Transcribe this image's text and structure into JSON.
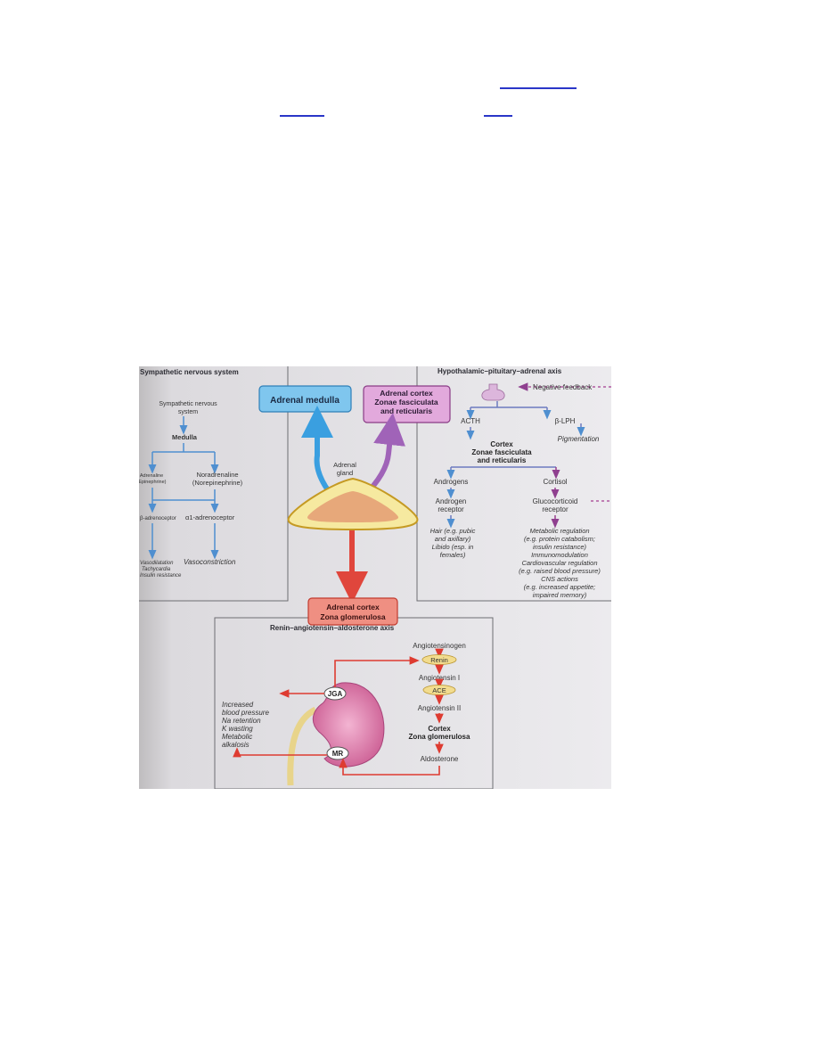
{
  "page": {
    "hyperlinks": [
      {
        "name": "hyperlink-1",
        "text": ""
      },
      {
        "name": "hyperlink-2",
        "text": ""
      },
      {
        "name": "hyperlink-3",
        "text": ""
      }
    ]
  },
  "figure": {
    "sns": {
      "title": "Sympathetic nervous system",
      "top_label": "Sympathetic nervous system",
      "medulla": "Medulla",
      "adrenaline": "Adrenaline (Epinephrine)",
      "noradrenaline": "Noradrenaline (Norepinephrine)",
      "beta_receptor": "β-adrenoceptor",
      "alpha_receptor": "α1-adrenoceptor",
      "beta_effects": [
        "Vasodilatation",
        "Tachycardia",
        "Insulin resistance"
      ],
      "alpha_effect": "Vasoconstriction"
    },
    "center": {
      "adrenal_medulla": "Adrenal medulla",
      "adrenal_cortex_fr": [
        "Adrenal cortex",
        "Zonae fasciculata",
        "and reticularis"
      ],
      "adrenal_gland": [
        "Adrenal",
        "gland"
      ],
      "adrenal_cortex_zg": [
        "Adrenal cortex",
        "Zona glomerulosa"
      ]
    },
    "hpa": {
      "title": "Hypothalamic–pituitary–adrenal axis",
      "negative_feedback": "Negative feedback",
      "acth": "ACTH",
      "blph": "β-LPH",
      "pigmentation": "Pigmentation",
      "cortex_lines": [
        "Cortex",
        "Zonae fasciculata",
        "and reticularis"
      ],
      "androgens": "Androgens",
      "cortisol": "Cortisol",
      "androgen_receptor": [
        "Androgen",
        "receptor"
      ],
      "glucocorticoid_receptor": [
        "Glucocorticoid",
        "receptor"
      ],
      "androgen_effects": [
        "Hair (e.g. pubic",
        "and axillary)",
        "Libido (esp. in",
        "females)"
      ],
      "cortisol_effects": [
        "Metabolic regulation",
        "(e.g. protein catabolism;",
        "insulin resistance)",
        "Immunomodulation",
        "Cardiovascular regulation",
        "(e.g. raised blood pressure)",
        "CNS actions",
        "(e.g. increased appetite;",
        "impaired memory)"
      ]
    },
    "raa": {
      "title": "Renin–angiotensin–aldosterone axis",
      "angiotensinogen": "Angiotensinogen",
      "renin": "Renin",
      "angiotensin1": "Angiotensin I",
      "ace": "ACE",
      "angiotensin2": "Angiotensin II",
      "cortex_zg": [
        "Cortex",
        "Zona glomerulosa"
      ],
      "aldosterone": "Aldosterone",
      "jga": "JGA",
      "mr": "MR",
      "effects": [
        "Increased",
        "blood pressure",
        "Na retention",
        "K wasting",
        "Metabolic",
        "alkalosis"
      ]
    },
    "colors": {
      "blue_arrow": "#3a9fe0",
      "purple_arrow": "#a063b8",
      "red_arrow": "#e0463c",
      "box_blue": "#7fc6ee",
      "box_pink": "#e2a9dc",
      "box_red": "#ef8f82"
    }
  }
}
